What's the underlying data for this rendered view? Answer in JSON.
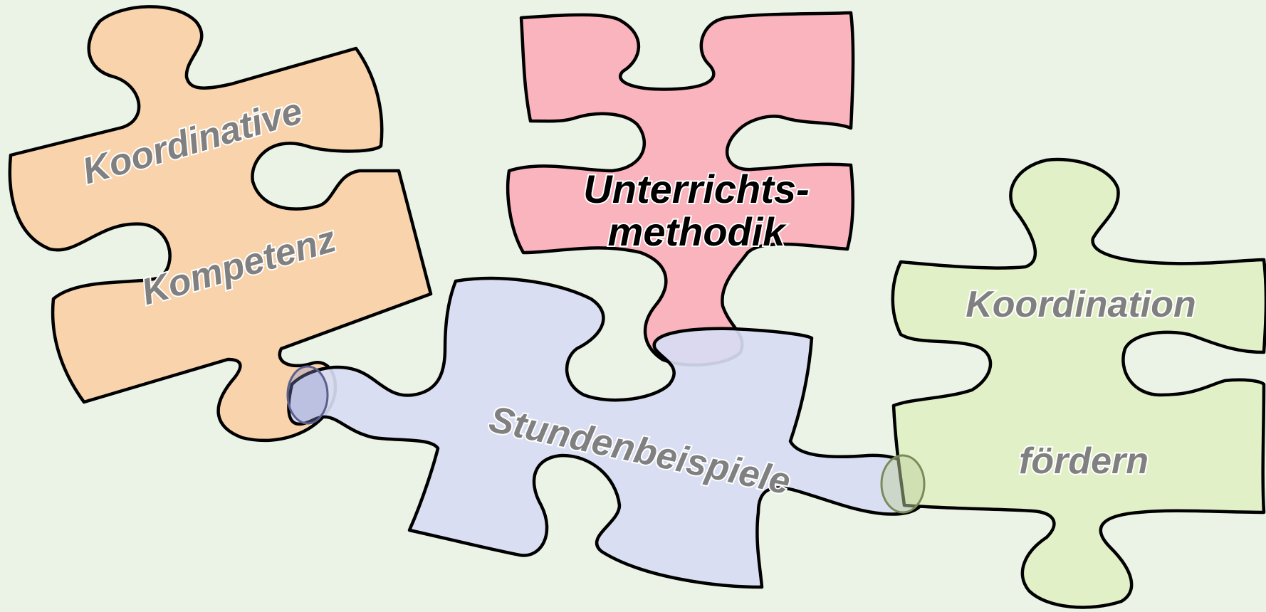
{
  "pieces": [
    {
      "id": "koordinative-kompetenz",
      "lines": [
        "Koordinative",
        "Kompetenz"
      ],
      "fill": "#f8d3ab"
    },
    {
      "id": "unterrichtsmethodik",
      "lines": [
        "Unterrichts-",
        "methodik"
      ],
      "fill": "#fab4be"
    },
    {
      "id": "stundenbeispiele",
      "lines": [
        "Stundenbeispiele"
      ],
      "fill": "#d8dcf3"
    },
    {
      "id": "koordination-foerdern",
      "lines": [
        "Koordination",
        "fördern"
      ],
      "fill": "#e2f0c7"
    }
  ],
  "colors": {
    "background": "#eaf3e6",
    "outline": "#000000",
    "label_gray": "#808080",
    "label_black": "#000000"
  }
}
